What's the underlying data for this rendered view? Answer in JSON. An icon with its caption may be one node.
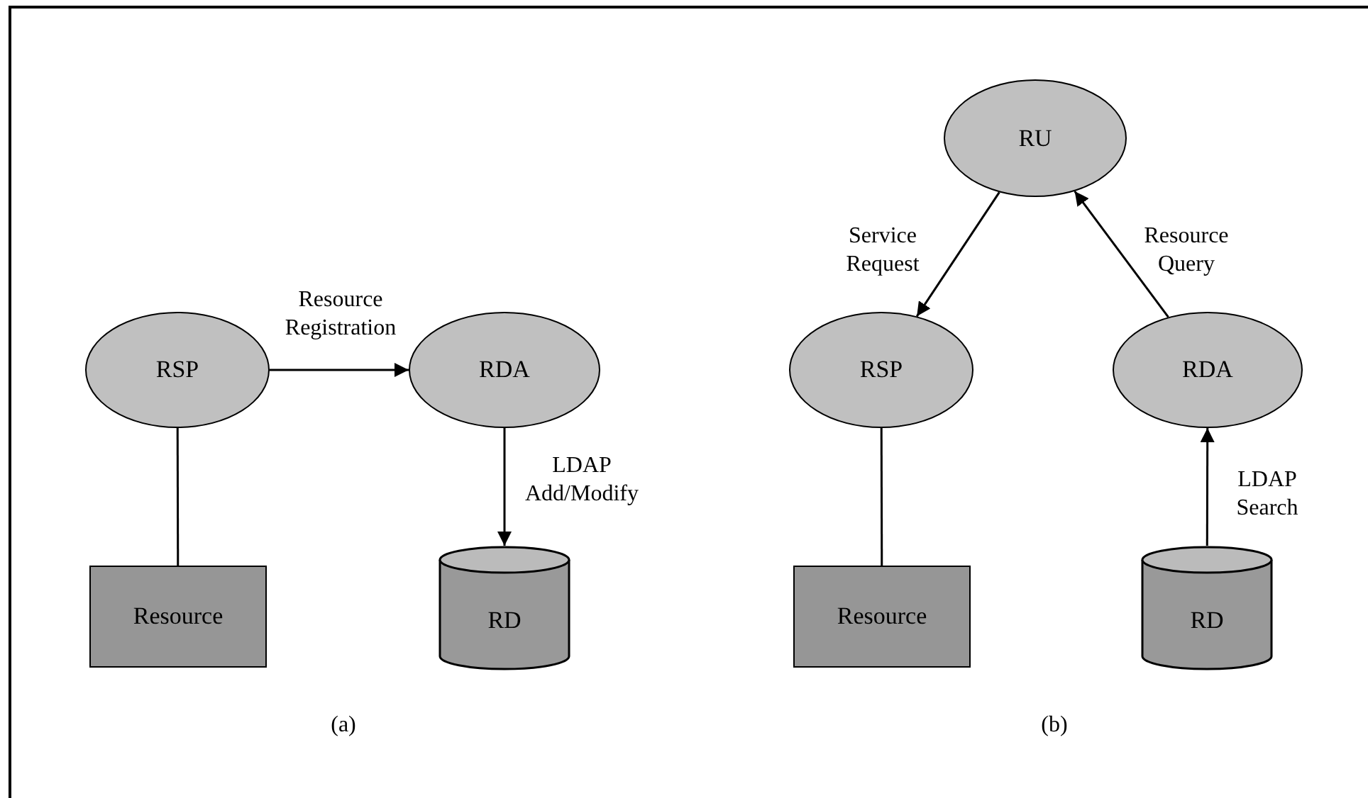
{
  "diagram": {
    "nodes": [
      {
        "text": [
          "RSP"
        ]
      },
      {
        "text": [
          "RDA"
        ]
      },
      {
        "text": [
          "Resource"
        ]
      },
      {
        "text": [
          "RD"
        ]
      },
      {
        "text": [
          "RU"
        ]
      },
      {
        "text": [
          "RSP"
        ]
      },
      {
        "text": [
          "RDA"
        ]
      },
      {
        "text": [
          "Resource"
        ]
      },
      {
        "text": [
          "RD"
        ]
      }
    ],
    "edges": [
      {
        "from": 0,
        "to": 1,
        "arrow": "to",
        "label": "Resource Registration"
      },
      {
        "from": 0,
        "to": 2,
        "arrow": "none"
      },
      {
        "from": 1,
        "to": 3,
        "arrow": "to",
        "label": "LDAP Add/Modify"
      },
      {
        "from": 4,
        "to": 5,
        "arrow": "to",
        "label": "Service Request"
      },
      {
        "from": 6,
        "to": 4,
        "arrow": "to",
        "label": "Resource Query"
      },
      {
        "from": 5,
        "to": 7,
        "arrow": "none"
      },
      {
        "from": 8,
        "to": 6,
        "arrow": "to",
        "label": "LDAP Search"
      }
    ],
    "labels": [
      "(a)",
      "(b)"
    ]
  }
}
